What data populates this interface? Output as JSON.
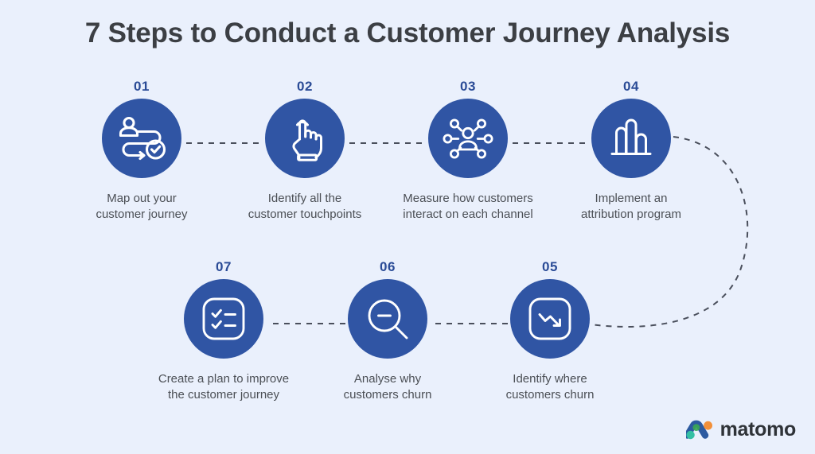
{
  "page": {
    "title": "7 Steps to Conduct a Customer Journey Analysis",
    "background_color": "#eaf0fc",
    "circle_color": "#3055a4",
    "number_color": "#2a4b96",
    "caption_color": "#4b4f55",
    "connector_color": "#4a4f5c"
  },
  "steps": [
    {
      "number": "01",
      "caption": "Map out your\ncustomer journey",
      "icon": "journey-path-person-check-icon"
    },
    {
      "number": "02",
      "caption": "Identify all the\ncustomer touchpoints",
      "icon": "tapping-hand-icon"
    },
    {
      "number": "03",
      "caption": "Measure how customers\ninteract on each channel",
      "icon": "person-network-nodes-icon"
    },
    {
      "number": "04",
      "caption": "Implement an\nattribution program",
      "icon": "bar-chart-icon"
    },
    {
      "number": "05",
      "caption": "Identify where\ncustomers churn",
      "icon": "declining-trend-arrow-icon"
    },
    {
      "number": "06",
      "caption": "Analyse why\ncustomers churn",
      "icon": "magnifier-minus-icon"
    },
    {
      "number": "07",
      "caption": "Create a plan to improve\nthe customer journey",
      "icon": "checklist-icon"
    }
  ],
  "logo": {
    "wordmark": "matomo",
    "mark_colors": {
      "teal": "#34bfa3",
      "green": "#3aa655",
      "blue": "#2c5aa0",
      "orange": "#f2903a"
    }
  }
}
